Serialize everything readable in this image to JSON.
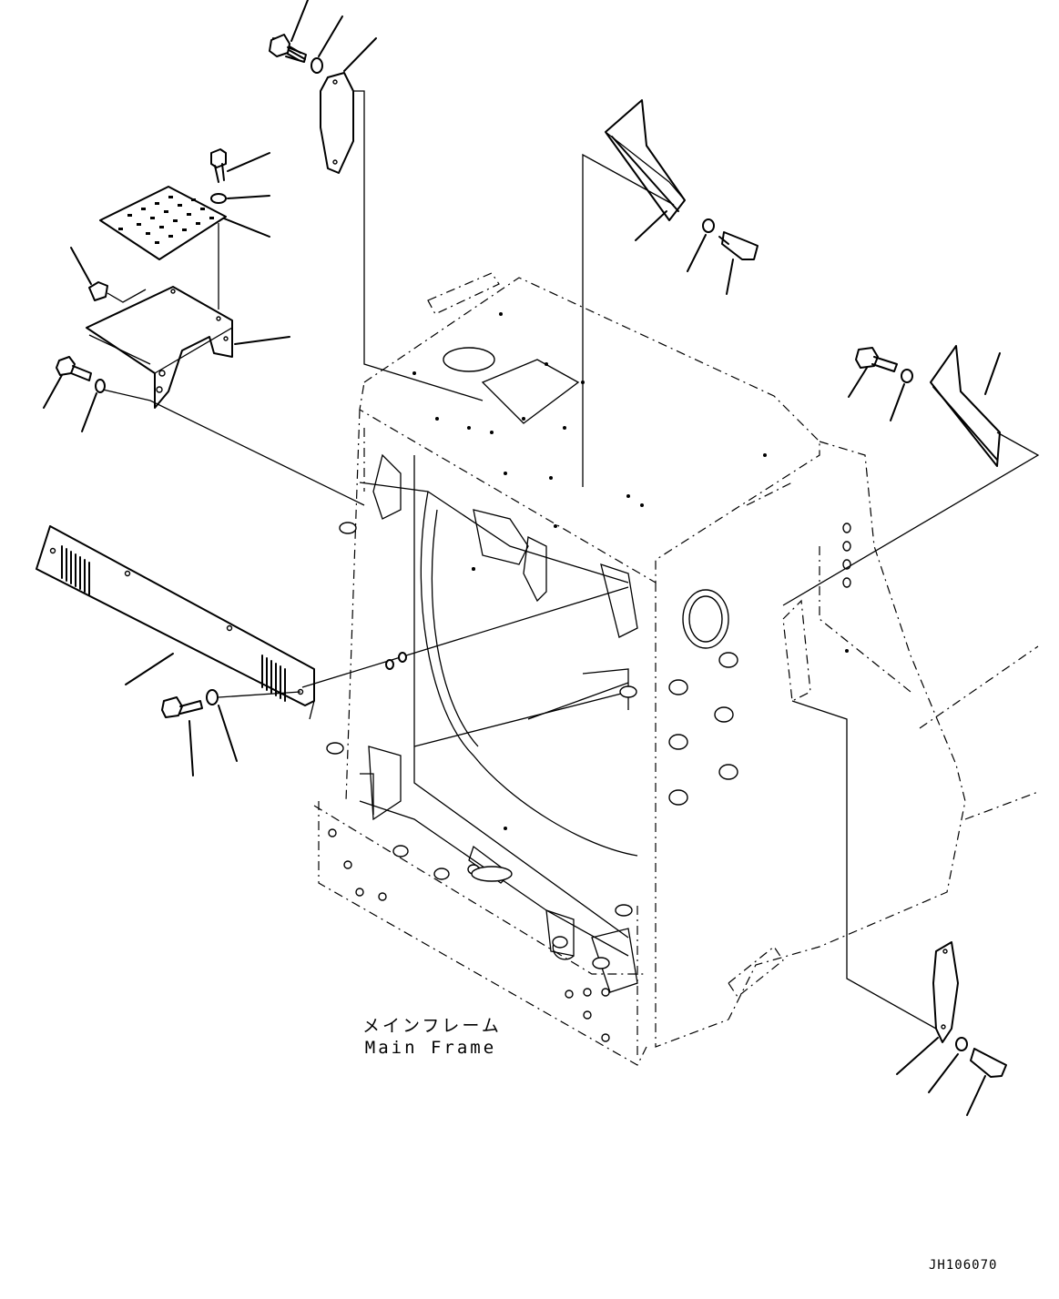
{
  "labels": {
    "main_frame_jp": "メインフレーム",
    "main_frame_en": "Main Frame"
  },
  "drawing_code": "JH106070",
  "colors": {
    "ink": "#000000",
    "paper": "#ffffff"
  }
}
